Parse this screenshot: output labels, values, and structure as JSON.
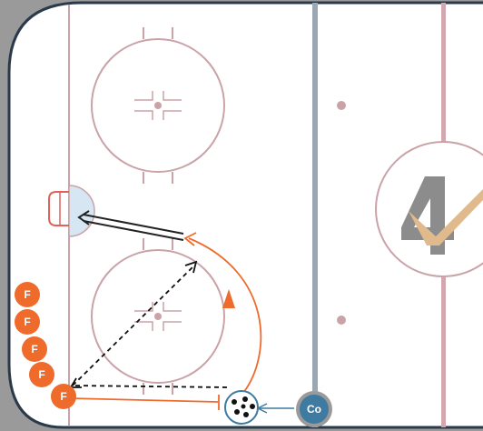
{
  "colors": {
    "ice": "#ffffff",
    "boards": "#2a3a4a",
    "outside": "#9a9a9a",
    "rink_line": "#c9a3a8",
    "blue_line": "#9aa7b5",
    "red_line": "#d2a7ad",
    "player": "#ef6b2c",
    "coach": "#3f7aa0",
    "pass": "#111111",
    "skate_path": "#ef6b2c",
    "shot": "#222222",
    "crease": "#d7e6f3",
    "goal": "#e0605a",
    "logo_grey": "#8c8c8c",
    "logo_tan": "#e0b98d"
  },
  "players": [
    {
      "role": "forward",
      "label": "F"
    },
    {
      "role": "forward",
      "label": "F"
    },
    {
      "role": "forward",
      "label": "F"
    },
    {
      "role": "forward",
      "label": "F"
    },
    {
      "role": "forward",
      "label": "F"
    }
  ],
  "coach": {
    "role": "coach",
    "label": "Co"
  },
  "icons": {
    "pucks": "puck-bucket-icon",
    "cone": "cone-icon",
    "logo": "logo-4-check-icon"
  }
}
